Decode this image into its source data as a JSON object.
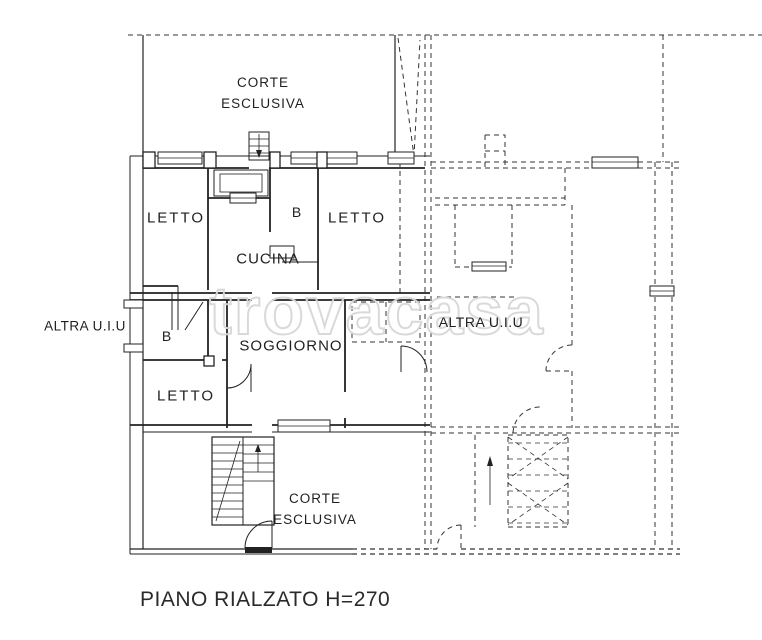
{
  "plan": {
    "title": "PIANO RIALZATO H=270",
    "watermark": "trovacasa",
    "rooms": {
      "corte_top": {
        "line1": "CORTE",
        "line2": "ESCLUSIVA"
      },
      "letto_top_left": "LETTO",
      "bath_top": "B",
      "letto_top_mid": "LETTO",
      "cucina": "CUCINA",
      "altra_uiu_left": "ALTRA U.I.U",
      "bath_mid_left": "B",
      "soggiorno": "SOGGIORNO",
      "altra_uiu_right": "ALTRA U.I.U",
      "letto_bottom_left": "LETTO",
      "corte_bottom": {
        "line1": "CORTE",
        "line2": "ESCLUSIVA"
      }
    },
    "colors": {
      "line": "#222222",
      "dashed_line": "#333333",
      "watermark": "#d8d8d8",
      "text": "#1f1f1f",
      "background": "#ffffff"
    }
  }
}
